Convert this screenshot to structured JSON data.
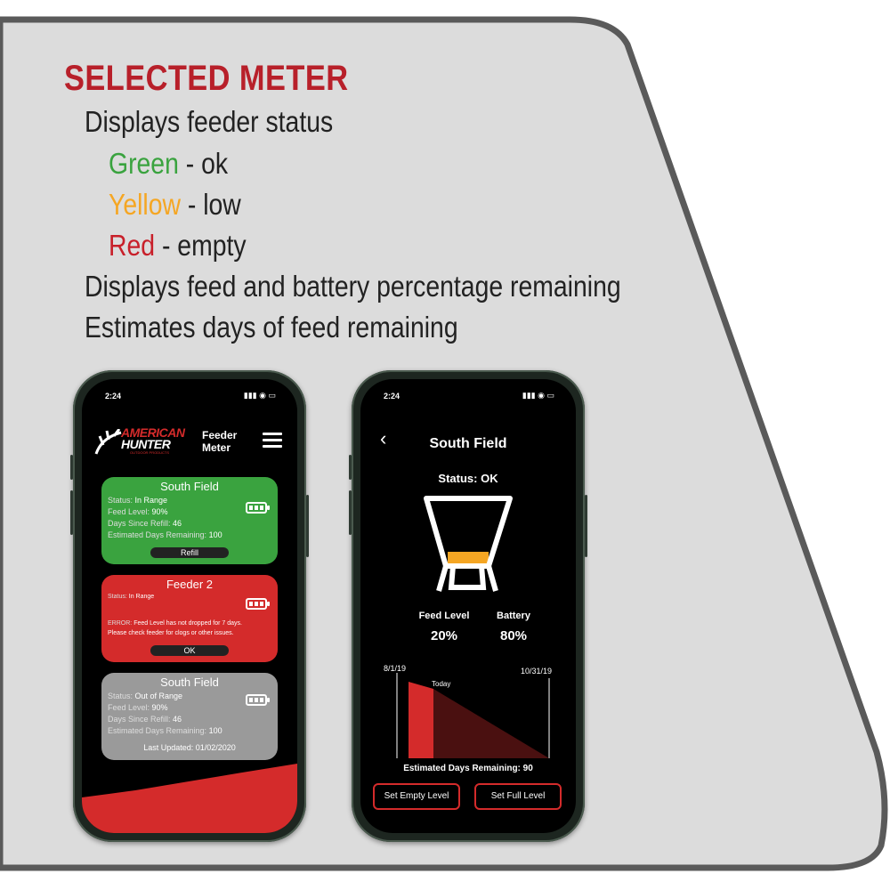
{
  "heading": "SELECTED METER",
  "features": {
    "status": "Displays feeder status",
    "green_word": "Green",
    "green_rest": " - ok",
    "yellow_word": "Yellow",
    "yellow_rest": " - low",
    "red_word": "Red",
    "red_rest": " - empty",
    "percentage": "Displays feed and battery percentage remaining",
    "estimate": "Estimates days of feed remaining"
  },
  "colors": {
    "brand_red": "#d42b2b",
    "ok_green": "#3aa33f",
    "low_yellow": "#f5a623",
    "empty_red": "#c8202a",
    "offline_gray": "#9a9a9a"
  },
  "phone1": {
    "time": "2:24",
    "logo": {
      "line1": "AMERICAN",
      "line2": "HUNTER",
      "line3": "OUTDOOR PRODUCTS"
    },
    "app_title": "Feeder Meter",
    "app_title_l1": "Feeder",
    "app_title_l2": "Meter",
    "cards": [
      {
        "title": "South Field",
        "status_label": "Status:",
        "status_value": "In Range",
        "feed_label": "Feed Level:",
        "feed_value": "90%",
        "refill_label": "Days Since Refill:",
        "refill_value": "46",
        "est_label": "Estimated Days Remaining:",
        "est_value": "100",
        "button": "Refill",
        "battery_level": 1.0
      },
      {
        "title": "Feeder 2",
        "status_label": "Status:",
        "status_value": "In Range",
        "error_label": "ERROR:",
        "error_text": "Feed Level has not dropped for 7 days.",
        "error_text2": "Please check feeder for clogs or other issues.",
        "button": "OK",
        "battery_level": 1.0
      },
      {
        "title": "South Field",
        "status_label": "Status:",
        "status_value": "Out of Range",
        "feed_label": "Feed Level:",
        "feed_value": "90%",
        "refill_label": "Days Since Refill:",
        "refill_value": "46",
        "est_label": "Estimated Days Remaining:",
        "est_value": "100",
        "updated": "Last Updated: 01/02/2020",
        "battery_level": 1.0
      }
    ]
  },
  "phone2": {
    "time": "2:24",
    "title": "South Field",
    "status": "Status: OK",
    "feed_label": "Feed Level",
    "feed_value": "20%",
    "battery_label": "Battery",
    "battery_value": "80%",
    "feed_fill_level": 0.2,
    "chart_start": "8/1/19",
    "chart_end": "10/31/19",
    "chart_today": "Today",
    "estimate": "Estimated Days Remaining: 90",
    "btn_empty": "Set Empty Level",
    "btn_full": "Set Full Level"
  }
}
